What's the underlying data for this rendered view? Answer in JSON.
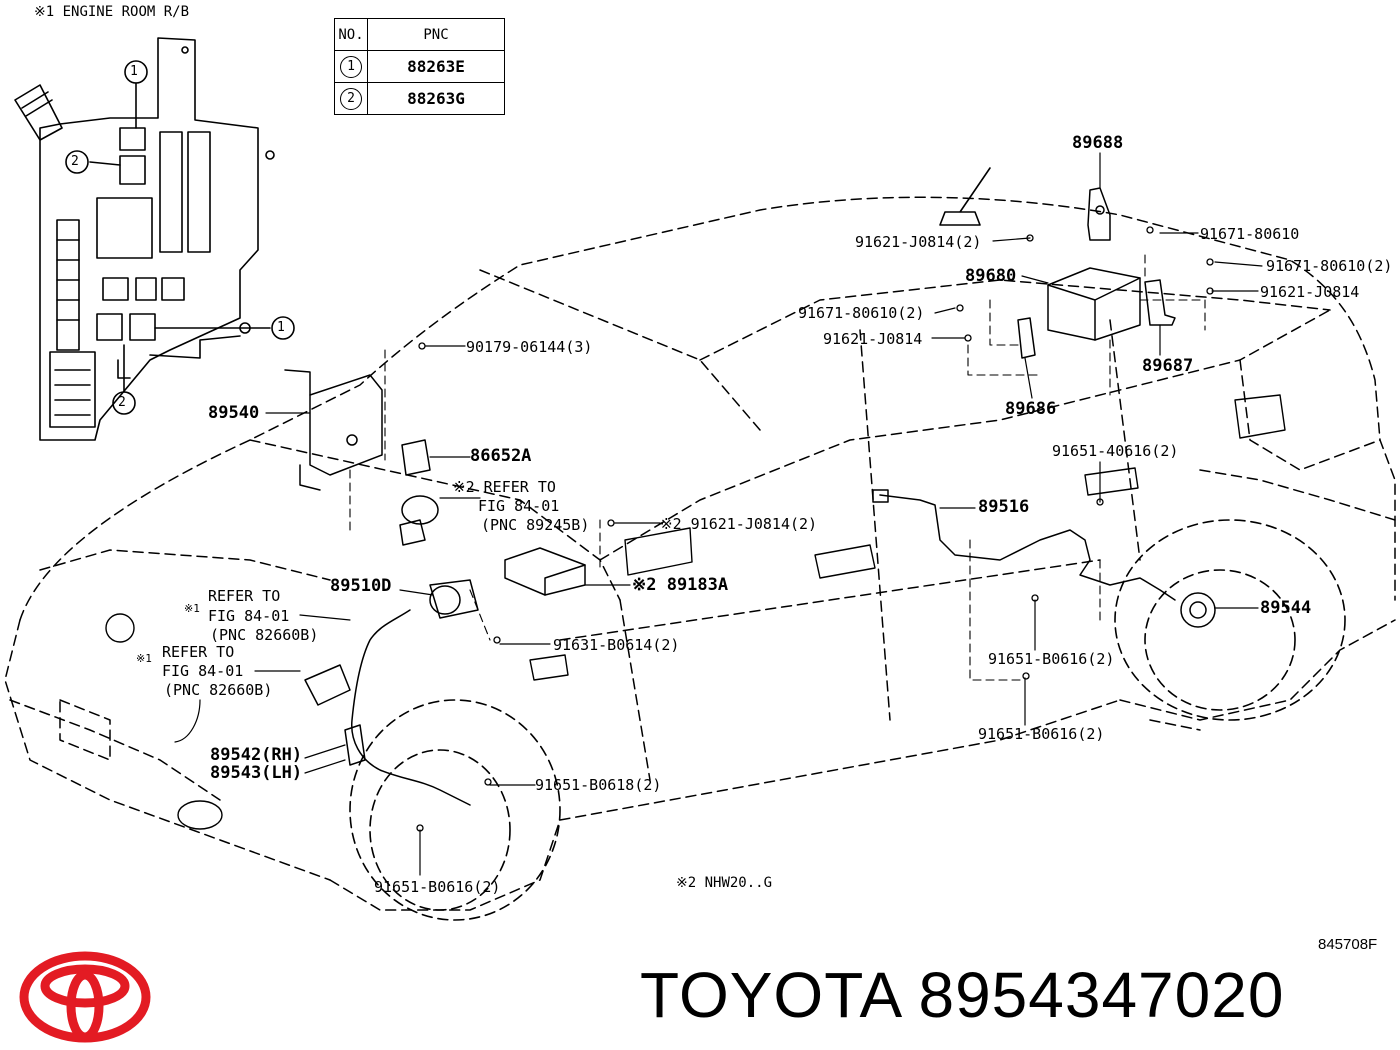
{
  "inset": {
    "title": "※1 ENGINE ROOM R/B",
    "markers": [
      "1",
      "2",
      "1",
      "2"
    ]
  },
  "table": {
    "headers": [
      "NO.",
      "PNC"
    ],
    "rows": [
      {
        "no": "1",
        "pnc": "88263E"
      },
      {
        "no": "2",
        "pnc": "88263G"
      }
    ]
  },
  "labels": {
    "p89688": "89688",
    "p91621_j0814_2_top": "91621-J0814(2)",
    "p91671_80610": "91671-80610",
    "p89680": "89680",
    "p91671_80610_2_right": "91671-80610(2)",
    "p91621_j0814_right": "91621-J0814",
    "p91671_80610_2_mid": "91671-80610(2)",
    "p91621_j0814_mid": "91621-J0814",
    "p89687": "89687",
    "p90179_06144_3": "90179-06144(3)",
    "p89686": "89686",
    "p89540": "89540",
    "p86652a": "86652A",
    "p91651_40616_2": "91651-40616(2)",
    "ref1_a": "※2 REFER TO",
    "ref1_b": "FIG 84-01",
    "ref1_c": "(PNC 89245B)",
    "p89516": "89516",
    "p91621_j0814_2_mid": "※2 91621-J0814(2)",
    "ref2_a": "REFER TO",
    "ref2_star": "※1",
    "ref2_b": "FIG 84-01",
    "ref2_c": "(PNC 82660B)",
    "p89510d": "89510D",
    "p89183a": "※2 89183A",
    "p89544": "89544",
    "p91631_b0614_2": "91631-B0614(2)",
    "ref3_a": "REFER TO",
    "ref3_star": "※1",
    "ref3_b": "FIG 84-01",
    "ref3_c": "(PNC 82660B)",
    "p91651_b0616_2_a": "91651-B0616(2)",
    "p89542": "89542(RH)",
    "p89543": "89543(LH)",
    "p91651_b0616_2_b": "91651-B0616(2)",
    "p91651_b0618_2": "91651-B0618(2)",
    "p91651_b0616_2_c": "91651-B0616(2)",
    "note_nhw": "※2 NHW20..G"
  },
  "doc_code": "845708F",
  "brand": "TOYOTA 8954347020",
  "colors": {
    "logo": "#e31b23",
    "line": "#000000"
  }
}
